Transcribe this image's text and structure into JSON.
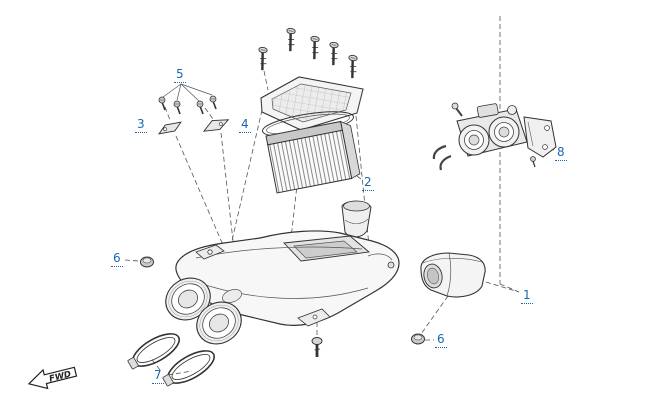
{
  "diagram": {
    "background_color": "#ffffff",
    "accent_color": "#1b67b2",
    "line_color": "#333333",
    "fwd_label": "FWD",
    "callouts": [
      {
        "label": "1",
        "part": "airbox-assembly"
      },
      {
        "label": "2",
        "part": "air-filter-element"
      },
      {
        "label": "3",
        "part": "bracket-left"
      },
      {
        "label": "4",
        "part": "bracket-right"
      },
      {
        "label": "5",
        "part": "mounting-screws"
      },
      {
        "label": "6",
        "part": "rubber-grommet-left"
      },
      {
        "label": "6",
        "part": "rubber-grommet-right"
      },
      {
        "label": "7",
        "part": "intake-boot-clamps"
      },
      {
        "label": "8",
        "part": "throttle-body"
      }
    ]
  }
}
